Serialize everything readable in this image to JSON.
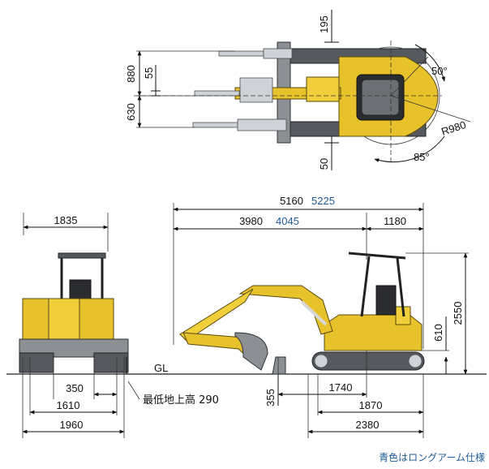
{
  "top_view": {
    "dims": {
      "d195": "195",
      "d880": "880",
      "d55": "55",
      "d630": "630",
      "d50": "50",
      "angle50": "50°",
      "r980": "R980",
      "angle85": "85°"
    }
  },
  "front_view": {
    "dims": {
      "d1835": "1835",
      "d350": "350",
      "d1610": "1610",
      "d1960": "1960"
    },
    "gl_label": "GL",
    "ground_clearance_label": "最低地上高 290"
  },
  "side_view": {
    "dims": {
      "d5160": "5160",
      "d5225_long": "5225",
      "d3980": "3980",
      "d4045_long": "4045",
      "d1180": "1180",
      "d2550": "2550",
      "d610": "610",
      "d355": "355",
      "d1740": "1740",
      "d1870": "1870",
      "d2380": "2380"
    }
  },
  "legend": {
    "long_arm_note": "青色はロングアーム仕様"
  },
  "colors": {
    "machine_yellow": "#e8c22b",
    "long_arm_blue": "#1e5a99",
    "track_grey": "#55595e"
  }
}
